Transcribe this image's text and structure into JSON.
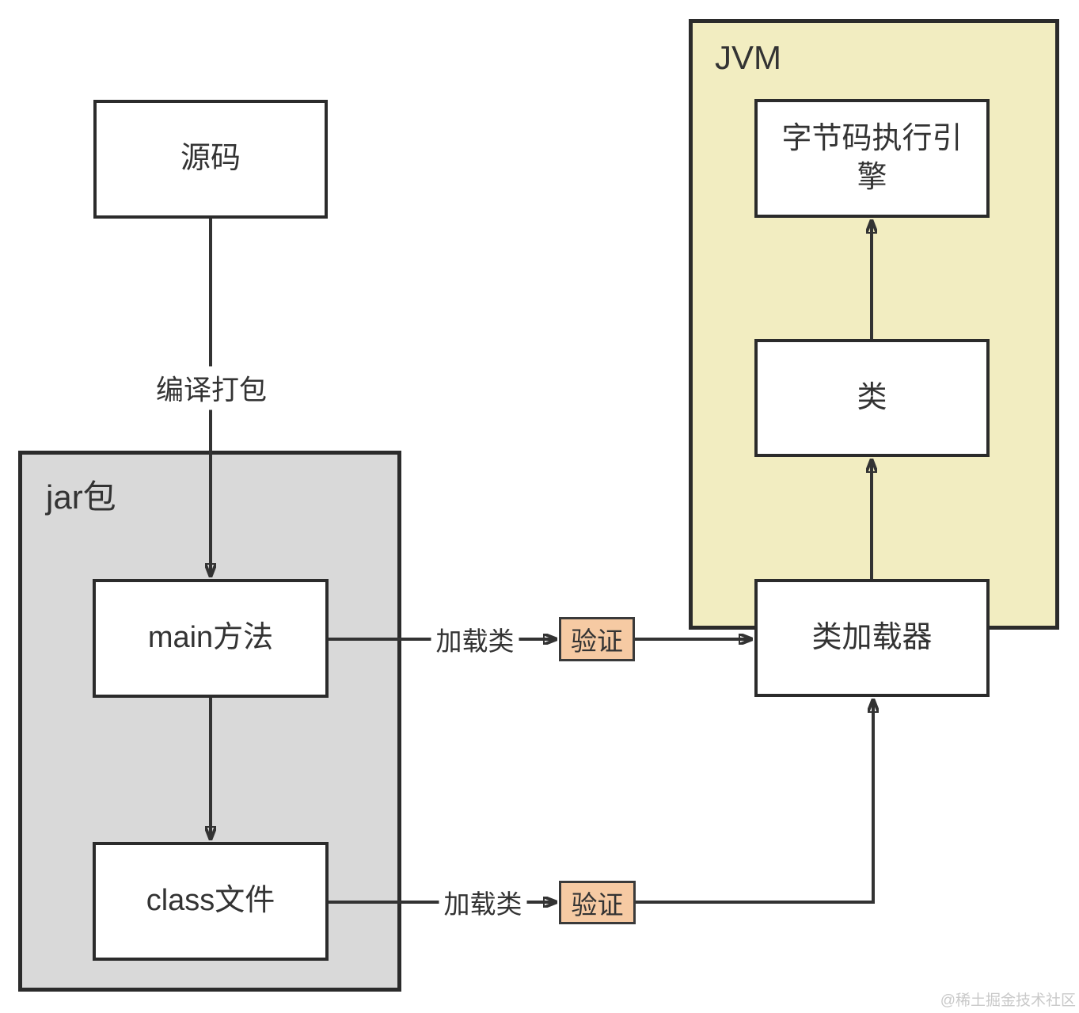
{
  "diagram": {
    "containers": {
      "jar": {
        "label": "jar包",
        "fill": "#d9d9d9"
      },
      "jvm": {
        "label": "JVM",
        "fill": "#f2edc1"
      }
    },
    "nodes": {
      "source": {
        "label": "源码"
      },
      "main": {
        "label": "main方法"
      },
      "classfile": {
        "label": "class文件"
      },
      "engine": {
        "label": "字节码执行引擎"
      },
      "clazz": {
        "label": "类"
      },
      "loader": {
        "label": "类加载器"
      },
      "verify1": {
        "label": "验证"
      },
      "verify2": {
        "label": "验证"
      }
    },
    "edge_labels": {
      "compile_package": "编译打包",
      "load_class_1": "加载类",
      "load_class_2": "加载类"
    },
    "colors": {
      "verify_fill": "#f6caa3",
      "container_border": "#2b2b2b",
      "line": "#333333",
      "text": "#333333"
    }
  },
  "watermark": "@稀土掘金技术社区"
}
